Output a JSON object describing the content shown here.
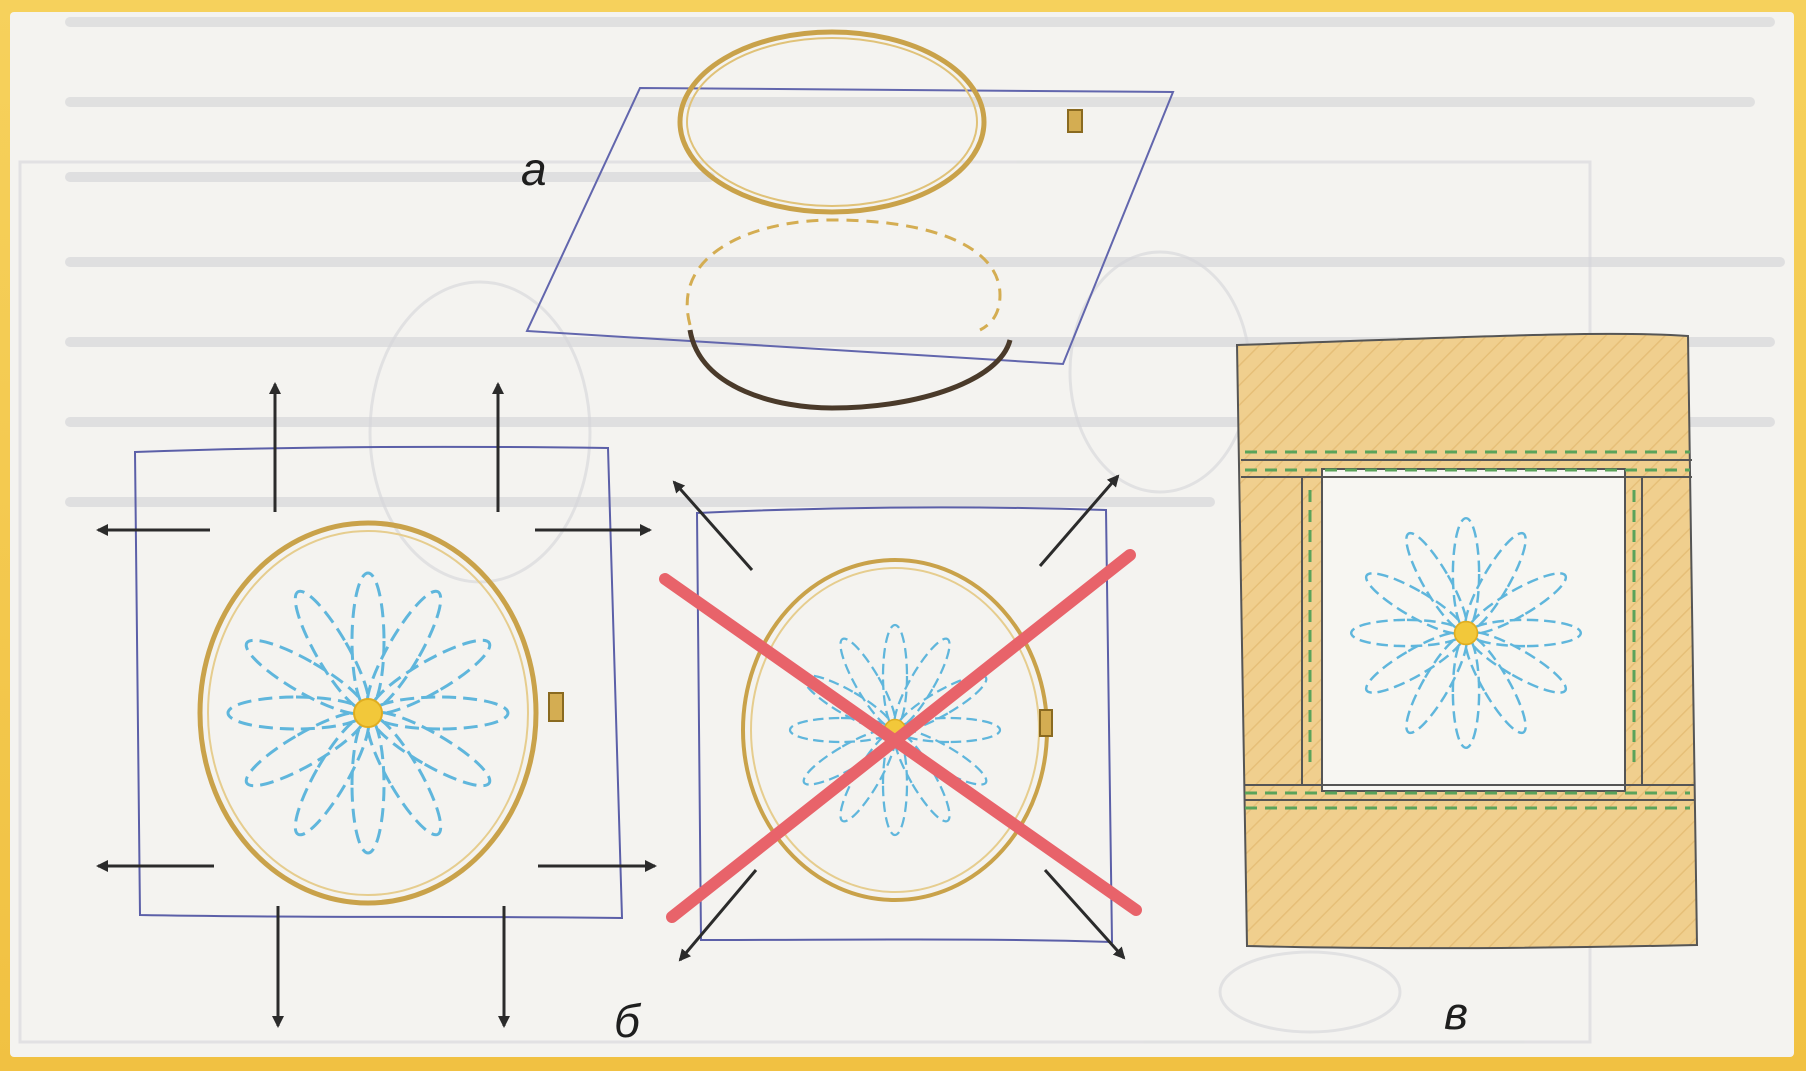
{
  "labels": {
    "a": "а",
    "b": "б",
    "v": "в"
  },
  "colors": {
    "frame": "#f3c64a",
    "paper": "#f4f3f0",
    "fabric_outline": "#5b5fa8",
    "hoop": "#c9a24a",
    "hoop_inner": "#d8b65c",
    "flower": "#5fb6dc",
    "flower_center": "#f2c83a",
    "arrow": "#2b2b2b",
    "cross": "#e8636a",
    "tape_fill": "#f0cf8e",
    "tape_stitch": "#5aa35a",
    "ghost_text": "#c8c8cc"
  }
}
